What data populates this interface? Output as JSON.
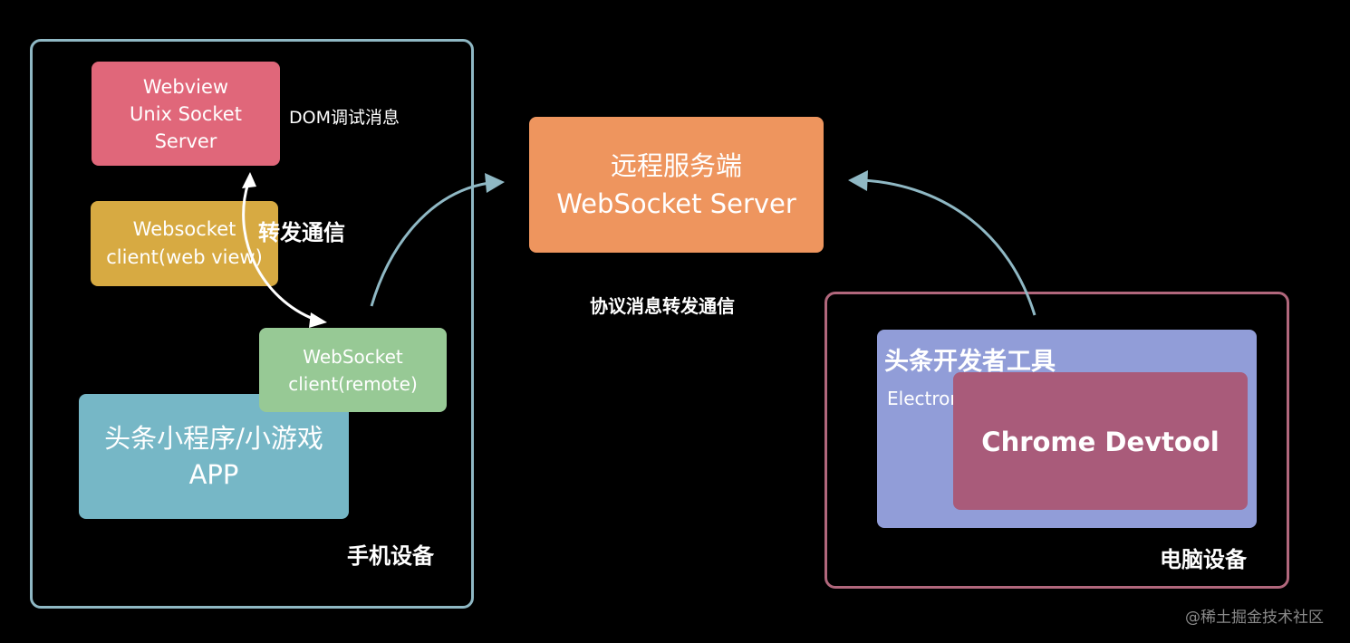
{
  "phone_device": {
    "label": "手机设备",
    "border_color": "#8fb8c4",
    "webview_server": {
      "lines": [
        "Webview",
        "Unix Socket",
        "Server"
      ],
      "color": "#e0677a"
    },
    "dom_debug_label": "DOM调试消息",
    "websocket_webview": {
      "lines": [
        "Websocket",
        "client(web view)"
      ],
      "color": "#d7aa42"
    },
    "forward_label": "转发通信",
    "websocket_remote": {
      "lines": [
        "WebSocket",
        "client(remote)"
      ],
      "color": "#97c995"
    },
    "app_box": {
      "lines": [
        "头条小程序/小游戏",
        "APP"
      ],
      "color": "#76b7c6"
    }
  },
  "remote_server": {
    "lines": [
      "远程服务端",
      "WebSocket Server"
    ],
    "color": "#ee955e"
  },
  "protocol_label": "协议消息转发通信",
  "pc_device": {
    "label": "电脑设备",
    "border_color": "#b1677c",
    "devtools_box": {
      "title": "头条开发者工具",
      "electron_label": "Electron",
      "color": "#919dd8"
    },
    "chrome_devtool": {
      "label": "Chrome Devtool",
      "color": "#a95b7a"
    }
  },
  "arrow_color": "#8fb8c4",
  "watermark": "@稀土掘金技术社区"
}
